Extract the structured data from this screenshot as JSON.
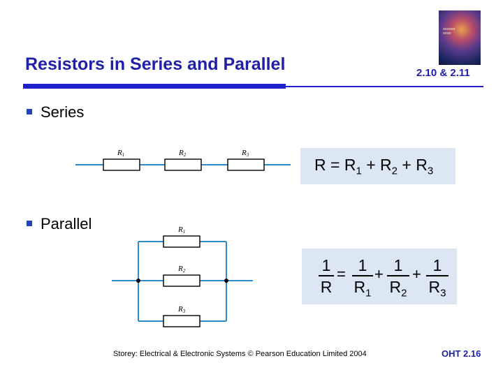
{
  "header": {
    "title": "Resistors in Series and Parallel",
    "section_ref": "2.10 & 2.11"
  },
  "bullets": {
    "series": "Series",
    "parallel": "Parallel"
  },
  "series_circuit": {
    "labels": [
      "R",
      "R",
      "R"
    ],
    "subs": [
      "1",
      "2",
      "3"
    ]
  },
  "parallel_circuit": {
    "labels": [
      "R",
      "R",
      "R"
    ],
    "subs": [
      "1",
      "2",
      "3"
    ]
  },
  "formula_series": {
    "lhs": "R",
    "eq": "=",
    "terms": [
      {
        "base": "R",
        "sub": "1"
      },
      {
        "base": "R",
        "sub": "2"
      },
      {
        "base": "R",
        "sub": "3"
      }
    ],
    "plus": "+"
  },
  "formula_parallel": {
    "numerator": "1",
    "lhs_den": "R",
    "eq": "=",
    "plus": "+",
    "terms": [
      {
        "base": "R",
        "sub": "1"
      },
      {
        "base": "R",
        "sub": "2"
      },
      {
        "base": "R",
        "sub": "3"
      }
    ]
  },
  "footer": {
    "credit": "Storey: Electrical & Electronic Systems © Pearson Education Limited 2004",
    "page": "OHT 2.16"
  },
  "colors": {
    "title": "#1f1fa8",
    "rule": "#2222cc",
    "wire": "#2a8ccf",
    "formula_bg": "#dbe8f4"
  }
}
